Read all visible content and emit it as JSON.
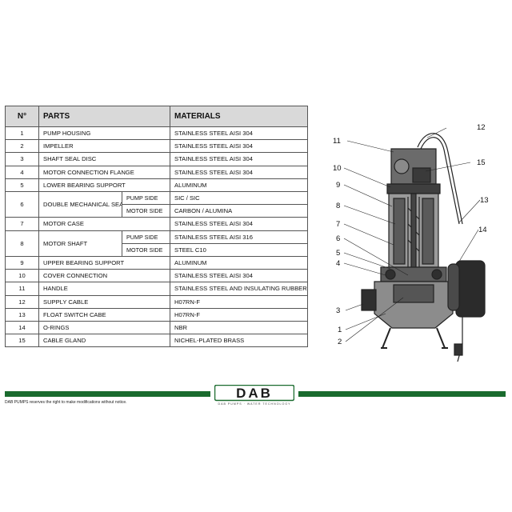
{
  "table": {
    "headers": {
      "num": "N°",
      "parts": "PARTS",
      "materials": "MATERIALS"
    },
    "rows": [
      {
        "num": "1",
        "part": "PUMP HOUSING",
        "material": "STAINLESS STEEL AISI 304"
      },
      {
        "num": "2",
        "part": "IMPELLER",
        "material": "STAINLESS STEEL AISI 304"
      },
      {
        "num": "3",
        "part": "SHAFT SEAL DISC",
        "material": "STAINLESS STEEL AISI 304"
      },
      {
        "num": "4",
        "part": "MOTOR CONNECTION FLANGE",
        "material": "STAINLESS STEEL AISI 304"
      },
      {
        "num": "5",
        "part": "LOWER BEARING SUPPORT",
        "material": "ALUMINUM"
      },
      {
        "num": "6",
        "part": "DOUBLE MECHANICAL SEAL",
        "sub": [
          {
            "side": "PUMP SIDE",
            "material": "SIC / SIC"
          },
          {
            "side": "MOTOR SIDE",
            "material": "CARBON / ALUMINA"
          }
        ]
      },
      {
        "num": "7",
        "part": "MOTOR CASE",
        "material": "STAINLESS STEEL AISI 304"
      },
      {
        "num": "8",
        "part": "MOTOR SHAFT",
        "sub": [
          {
            "side": "PUMP SIDE",
            "material": "STAINLESS STEEL AISI 316"
          },
          {
            "side": "MOTOR SIDE",
            "material": "STEEL C10"
          }
        ]
      },
      {
        "num": "9",
        "part": "UPPER BEARING SUPPORT",
        "material": "ALUMINUM"
      },
      {
        "num": "10",
        "part": "COVER CONNECTION",
        "material": "STAINLESS STEEL AISI 304"
      },
      {
        "num": "11",
        "part": "HANDLE",
        "material": "STAINLESS STEEL AND INSULATING RUBBER"
      },
      {
        "num": "12",
        "part": "SUPPLY CABLE",
        "material": "H07RN-F"
      },
      {
        "num": "13",
        "part": "FLOAT SWITCH CABE",
        "material": "H07RN-F"
      },
      {
        "num": "14",
        "part": "O-RINGS",
        "material": "NBR"
      },
      {
        "num": "15",
        "part": "CABLE GLAND",
        "material": "NICHEL-PLATED BRASS"
      }
    ]
  },
  "diagram": {
    "callouts": [
      "11",
      "12",
      "10",
      "15",
      "9",
      "13",
      "8",
      "7",
      "14",
      "6",
      "5",
      "4",
      "3",
      "1",
      "2"
    ]
  },
  "footer": {
    "logo_text": "DAB",
    "logo_tagline": "DAB PUMPS · WATER TECHNOLOGY",
    "disclaimer": "DAB PUMPS reserves the right to make modifications without notice.",
    "brand_color": "#1a6b2e"
  }
}
